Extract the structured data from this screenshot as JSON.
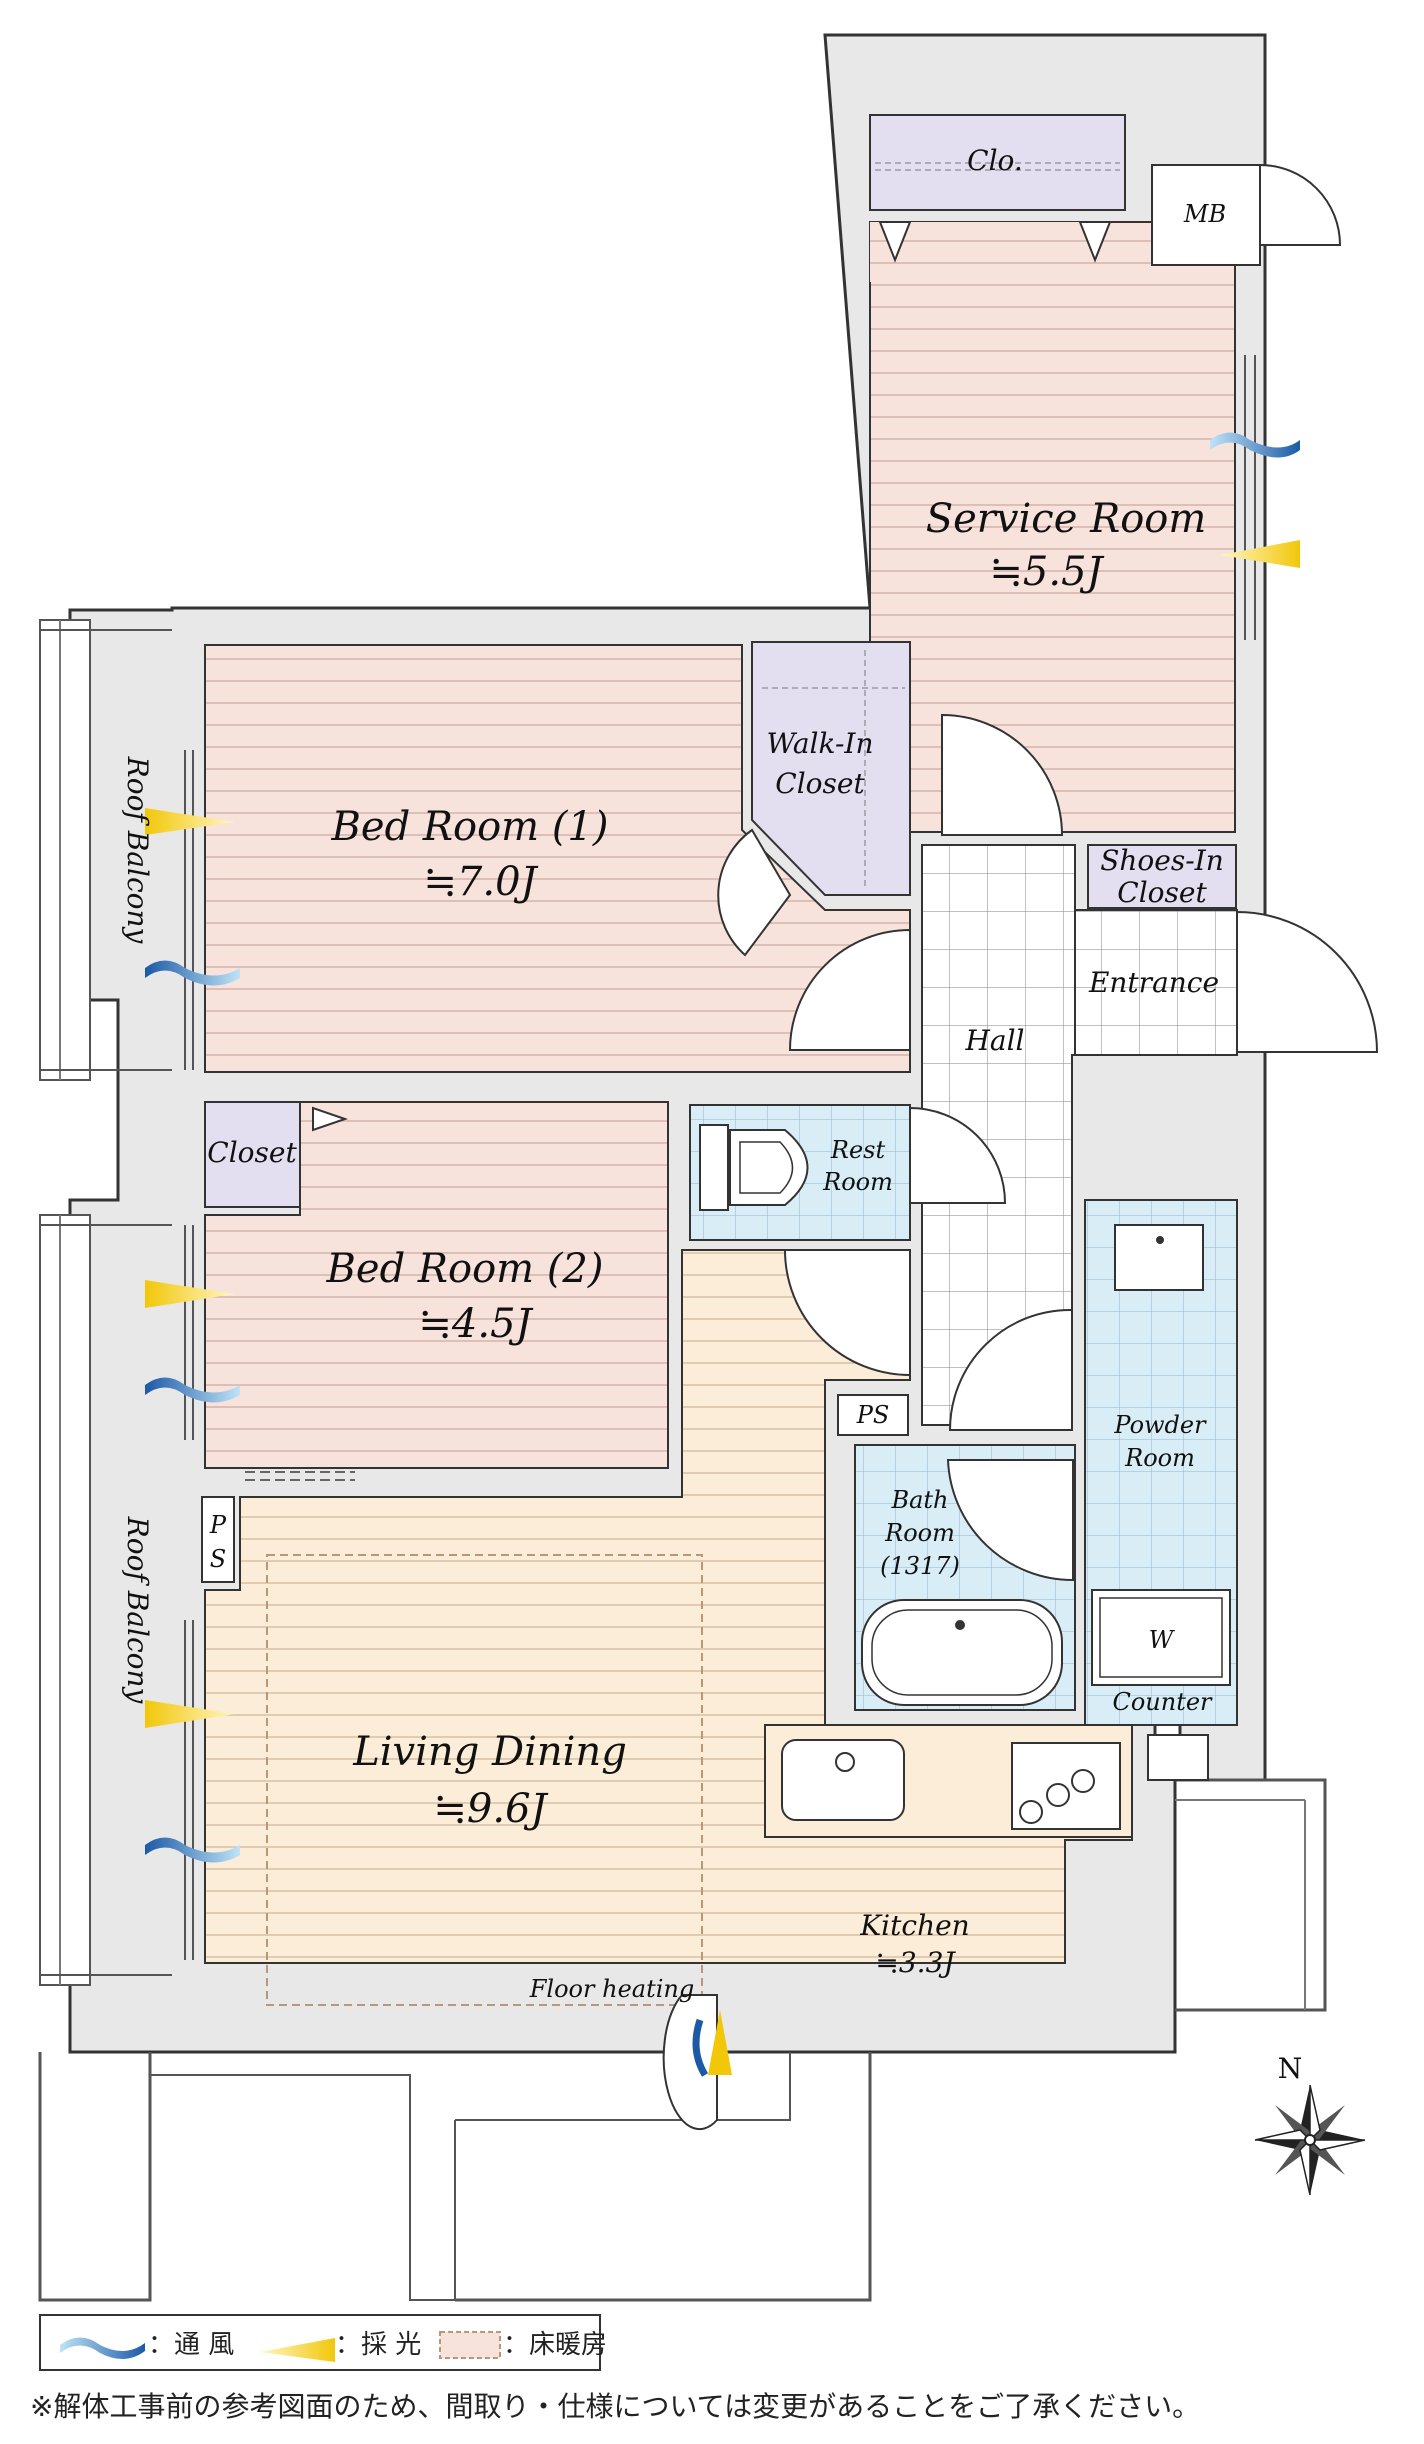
{
  "rooms": {
    "service_room": {
      "name": "Service Room",
      "size": "≒5.5J"
    },
    "bed_room_1": {
      "name": "Bed Room (1)",
      "size": "≒7.0J"
    },
    "bed_room_2": {
      "name": "Bed Room (2)",
      "size": "≒4.5J"
    },
    "living_dining": {
      "name": "Living Dining",
      "size": "≒9.6J"
    },
    "kitchen": {
      "name": "Kitchen",
      "size": "≒3.3J"
    },
    "walk_in_closet": {
      "line1": "Walk-In",
      "line2": "Closet"
    },
    "shoes_in_closet": {
      "line1": "Shoes-In",
      "line2": "Closet"
    },
    "closet": "Closet",
    "clo": "Clo.",
    "mb": "MB",
    "entrance": "Entrance",
    "hall": "Hall",
    "rest_room": {
      "line1": "Rest",
      "line2": "Room"
    },
    "powder_room": {
      "line1": "Powder",
      "line2": "Room"
    },
    "bath_room": {
      "line1": "Bath",
      "line2": "Room",
      "line3": "(1317)"
    },
    "ps": "PS",
    "ps_vertical": {
      "line1": "P",
      "line2": "S"
    },
    "w": "W",
    "counter": "Counter",
    "floor_heating": "Floor heating",
    "roof_balcony": "Roof Balcony"
  },
  "compass": {
    "north": "N"
  },
  "legend": {
    "ventilation": "：通 風",
    "lighting": "：採 光",
    "floor_heating": "：床暖房"
  },
  "note": "※解体工事前の参考図面のため、間取り・仕様については変更があることをご了承ください。",
  "colors": {
    "wall": "#e8e8e8",
    "bedroom_floor": "#f8e3dc",
    "living_floor": "#fbedd8",
    "wet_area": "#d9edf6",
    "closet": "#e3dff0",
    "wind": "#1c5aa6",
    "light": "#f2c70a"
  }
}
